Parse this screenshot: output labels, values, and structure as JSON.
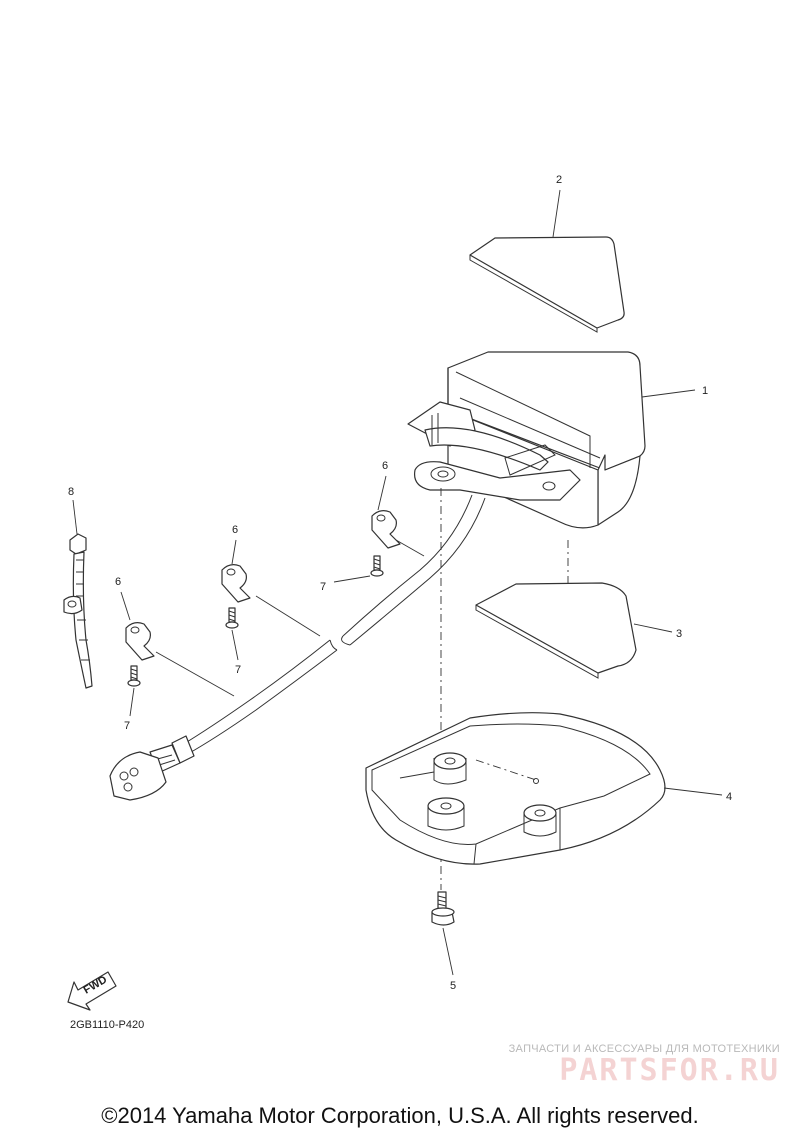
{
  "callouts": {
    "c1": "1",
    "c2": "2",
    "c3": "3",
    "c4": "4",
    "c5": "5",
    "c6a": "6",
    "c6b": "6",
    "c6c": "6",
    "c7a": "7",
    "c7b": "7",
    "c7c": "7",
    "c8": "8"
  },
  "fwd_label": "FWD",
  "diagram_code": "2GB1110-P420",
  "watermark": {
    "tagline": "ЗАПЧАСТИ И АКСЕССУАРЫ ДЛЯ МОТОТЕХНИКИ",
    "brand": "PARTSFOR.RU"
  },
  "copyright": "©2014 Yamaha Motor Corporation, U.S.A. All rights reserved."
}
